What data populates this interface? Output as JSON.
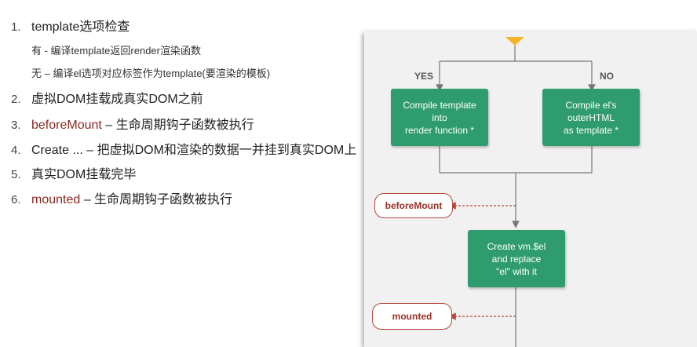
{
  "steps": [
    {
      "num": "1.",
      "text": "template选项检查"
    },
    {
      "num": "2.",
      "text": "虚拟DOM挂载成真实DOM之前"
    },
    {
      "num": "3.",
      "hook": "beforeMount",
      "text": " – 生命周期钩子函数被执行"
    },
    {
      "num": "4.",
      "text": "Create ... – 把虚拟DOM和渲染的数据一并挂到真实DOM上"
    },
    {
      "num": "5.",
      "text": "真实DOM挂载完毕"
    },
    {
      "num": "6.",
      "hook": "mounted",
      "text": " – 生命周期钩子函数被执行"
    }
  ],
  "substeps": [
    "有 - 编译template返回render渲染函数",
    "无 – 编译el选项对应标签作为template(要渲染的模板)"
  ],
  "diagram": {
    "yes_label": "YES",
    "no_label": "NO",
    "compile_template": [
      "Compile template",
      "into",
      "render function *"
    ],
    "compile_el": [
      "Compile el's",
      "outerHTML",
      "as template *"
    ],
    "before_mount": "beforeMount",
    "create": [
      "Create vm.$el",
      "and replace",
      "\"el\" with it"
    ],
    "mounted": "mounted",
    "colors": {
      "box": "#2e9c6e",
      "hook": "#9c2f27",
      "line": "#777777",
      "diamond": "#f5b325"
    }
  }
}
